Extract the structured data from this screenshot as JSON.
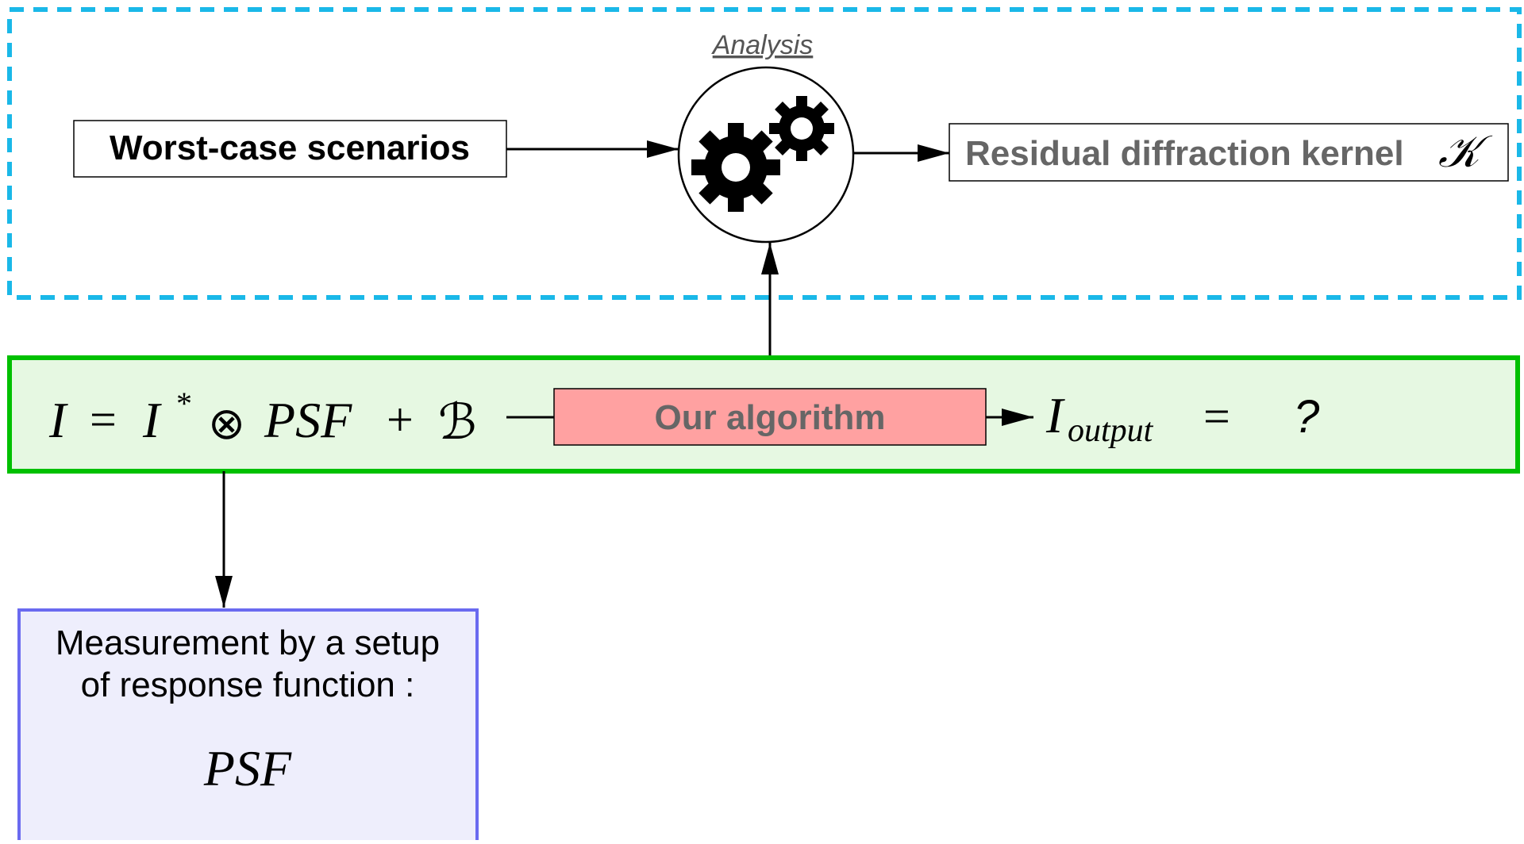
{
  "analysis": {
    "label": "Analysis",
    "color": "#1ab8e8"
  },
  "worst_case": {
    "label": "Worst-case scenarios"
  },
  "residual": {
    "label": "Residual diffraction kernel",
    "symbol": "𝒦",
    "color": "#666666"
  },
  "gears": {
    "icon": "gears-icon"
  },
  "equation_band": {
    "color": "#00c000",
    "fill": "#e6f8e2",
    "input_equation": {
      "I": "I",
      "equals": "=",
      "I_star": "I",
      "star": "*",
      "otimes": "⊗",
      "psf": "PSF",
      "plus": "+",
      "B": "ℬ"
    },
    "algorithm": {
      "label": "Our algorithm",
      "fill": "#ffa1a1"
    },
    "output": {
      "I": "I",
      "subscript": "output",
      "equals": "=",
      "question": "?"
    }
  },
  "measurement": {
    "line1": "Measurement by a setup",
    "line2": "of response function :",
    "psf": "PSF",
    "border": "#6a6af0",
    "fill": "#eeeefc"
  }
}
